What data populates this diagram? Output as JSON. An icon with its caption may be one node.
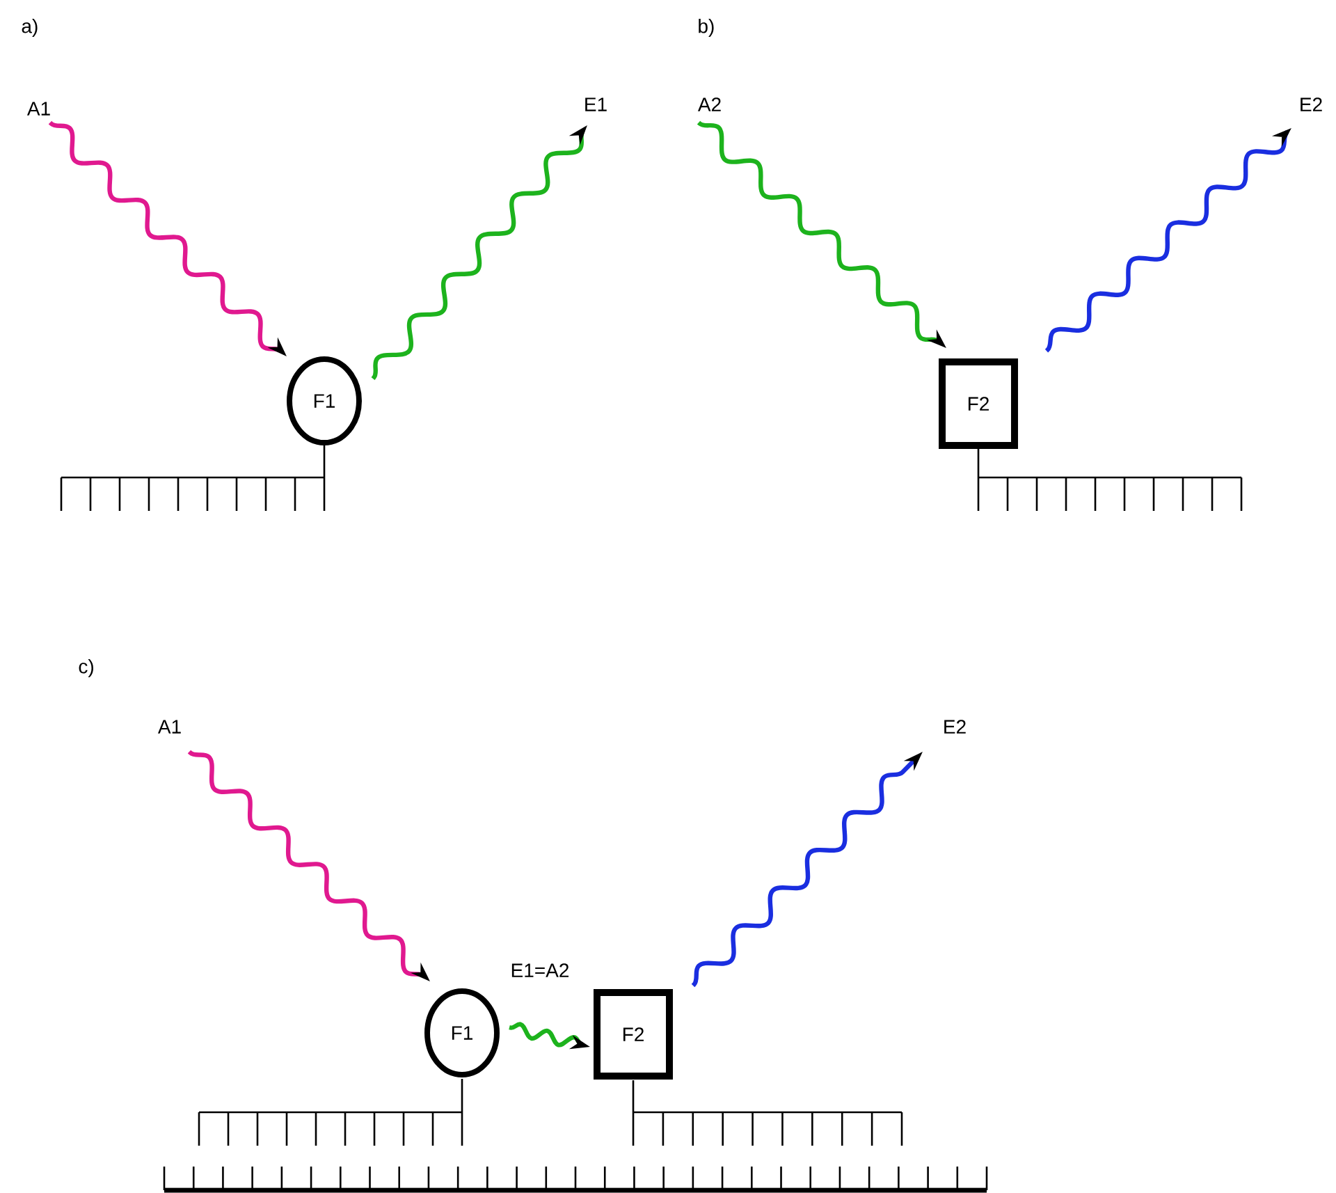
{
  "diagram": {
    "nodes": [
      {
        "text": [
          "A1"
        ]
      },
      {
        "text": [
          "F1"
        ]
      },
      {
        "text": [
          "E1"
        ]
      },
      {
        "text": [
          "A2"
        ]
      },
      {
        "text": [
          "F2"
        ]
      },
      {
        "text": [
          "E2"
        ]
      },
      {
        "text": [
          "A1"
        ]
      },
      {
        "text": [
          "F1"
        ]
      },
      {
        "text": [
          "F2"
        ]
      },
      {
        "text": [
          "E2"
        ]
      }
    ],
    "edges": [
      {
        "from": 0,
        "to": 1,
        "arrow": "to",
        "color": "#e0198f"
      },
      {
        "from": 1,
        "to": 2,
        "arrow": "to",
        "color": "#1db31d"
      },
      {
        "from": 3,
        "to": 4,
        "arrow": "to",
        "color": "#1db31d"
      },
      {
        "from": 4,
        "to": 5,
        "arrow": "to",
        "color": "#1a2ee0"
      },
      {
        "from": 6,
        "to": 7,
        "arrow": "to",
        "color": "#e0198f"
      },
      {
        "from": 7,
        "to": 8,
        "arrow": "to",
        "color": "#1db31d",
        "label": "E1=A2"
      },
      {
        "from": 8,
        "to": 9,
        "arrow": "to",
        "color": "#1a2ee0"
      }
    ],
    "labels": [
      "a)",
      "b)",
      "c)"
    ]
  }
}
